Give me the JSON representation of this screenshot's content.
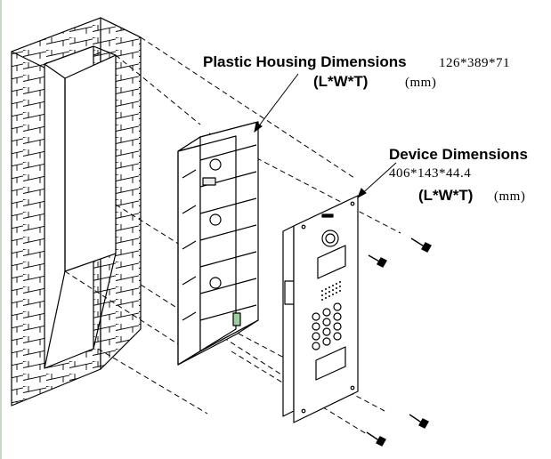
{
  "housing": {
    "title": "Plastic Housing Dimensions",
    "value": "126*389*71",
    "lwt": "(L*W*T)",
    "unit": "(mm)"
  },
  "device": {
    "title": "Device Dimensions",
    "value": "406*143*44.4",
    "lwt": "(L*W*T)",
    "unit": "(mm)"
  },
  "colors": {
    "line": "#000000",
    "background": "#ffffff",
    "left_rule": "#c8d8c8"
  }
}
